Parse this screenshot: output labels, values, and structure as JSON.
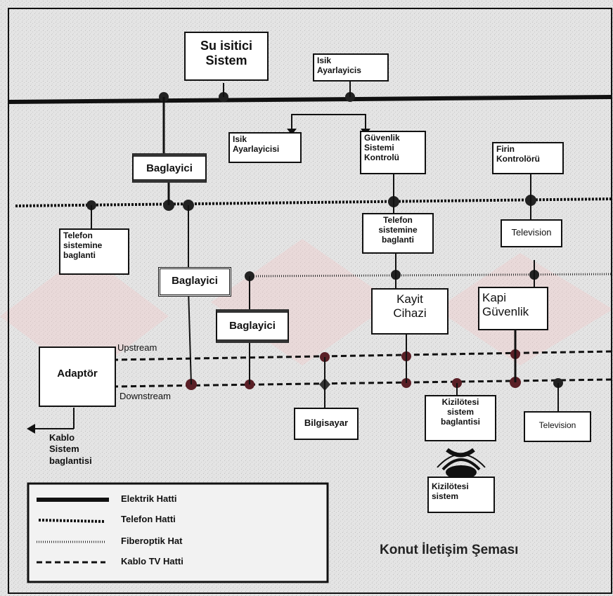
{
  "diagram": {
    "title": "Konut İletişim Şeması",
    "nodes": {
      "water_heater": [
        "Su isitici",
        "Sistem"
      ],
      "light_dimmer_top": [
        "Isik",
        "Ayarlayicis"
      ],
      "light_dimmer_mid": [
        "Isik",
        "Ayarlayicisi"
      ],
      "security_control": [
        "Güvenlik",
        "Sistemi",
        "Kontrolü"
      ],
      "oven_control": [
        "Firin",
        "Kontrolörü"
      ],
      "connector_1": "Baglayici",
      "connector_2": "Baglayici",
      "connector_3": "Baglayici",
      "phone_conn_left": [
        "Telefon",
        "sistemine",
        "baglanti"
      ],
      "phone_conn_mid": [
        "Telefon",
        "sistemine",
        "baglanti"
      ],
      "television_top": "Television",
      "recorder": [
        "Kayit",
        "Cihazi"
      ],
      "door_security": [
        "Kapi",
        "Güvenlik"
      ],
      "adapter": "Adaptör",
      "computer": "Bilgisayar",
      "ir_connection": [
        "Kizilötesi",
        "sistem",
        "baglantisi"
      ],
      "television_bottom": "Television",
      "ir_system": [
        "Kizilötesi",
        "sistem"
      ]
    },
    "labels": {
      "upstream": "Upstream",
      "downstream": "Downstream",
      "cable_system": [
        "Kablo",
        "Sistem",
        "baglantisi"
      ]
    },
    "legend": [
      {
        "label": "Elektrik Hatti",
        "line": "electric"
      },
      {
        "label": "Telefon Hatti",
        "line": "phone"
      },
      {
        "label": "Fiberoptik Hat",
        "line": "fiber"
      },
      {
        "label": "Kablo TV Hatti",
        "line": "cable"
      }
    ],
    "colors": {
      "line": "#111111",
      "node": "#222222",
      "cable_node": "#5a1f26",
      "background": "#e6e6e6",
      "watermark": "#f3c7c7"
    }
  }
}
